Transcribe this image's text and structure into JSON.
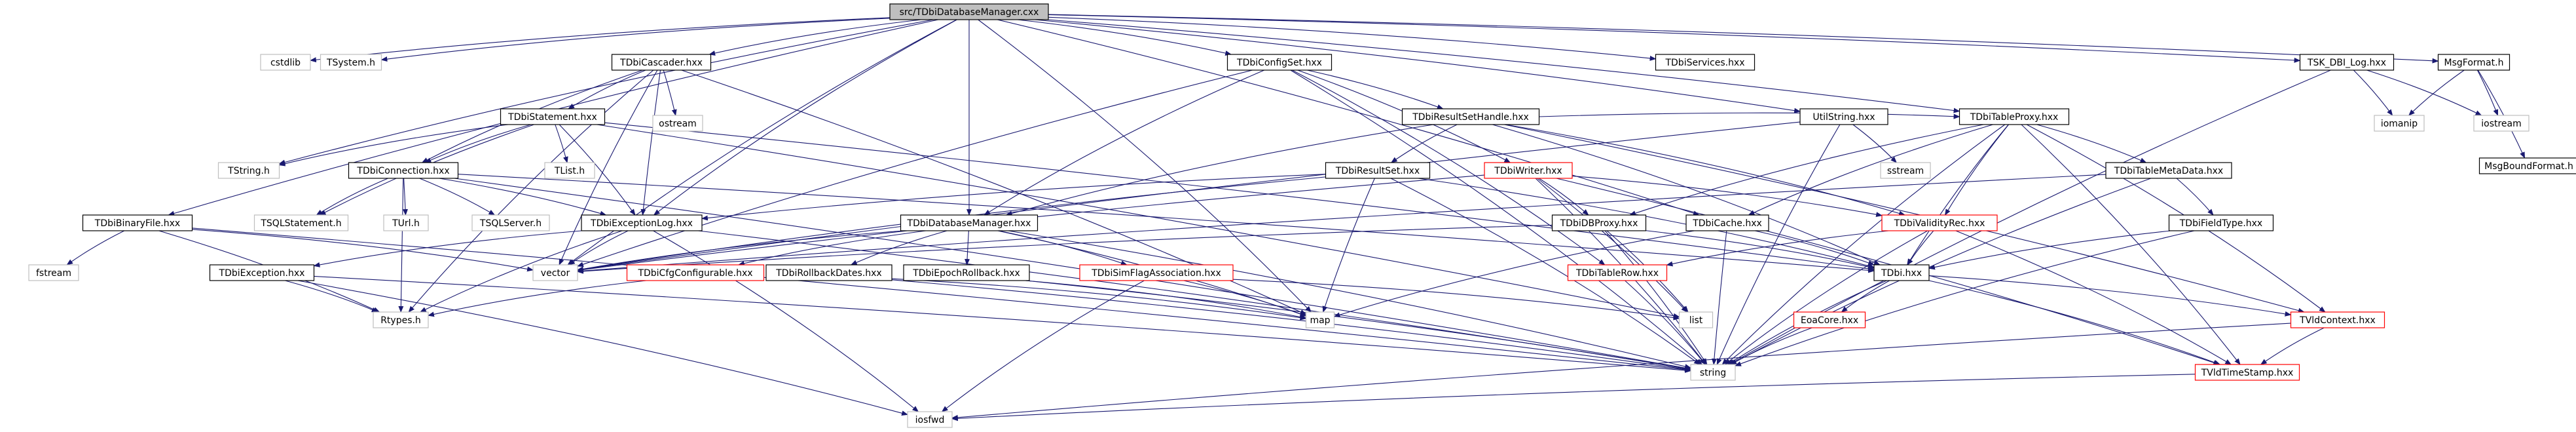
{
  "diagram": {
    "kind": "include dependency graph",
    "colors": {
      "edge": "#191970",
      "box_default": "#000000",
      "box_external": "#bfbfbf",
      "box_red": "#ff0000",
      "root_fill": "#bfbfbf",
      "text": "#000000"
    },
    "nodes": [
      {
        "id": "root",
        "label": "src/TDbiDatabaseManager.cxx",
        "style": "root"
      },
      {
        "id": "cstdlib",
        "label": "cstdlib",
        "style": "external"
      },
      {
        "id": "tsystem",
        "label": "TSystem.h",
        "style": "external"
      },
      {
        "id": "cascader",
        "label": "TDbiCascader.hxx",
        "style": "default"
      },
      {
        "id": "configset",
        "label": "TDbiConfigSet.hxx",
        "style": "default"
      },
      {
        "id": "services",
        "label": "TDbiServices.hxx",
        "style": "default"
      },
      {
        "id": "tskdbilog",
        "label": "TSK_DBI_Log.hxx",
        "style": "default"
      },
      {
        "id": "msgformat",
        "label": "MsgFormat.h",
        "style": "default"
      },
      {
        "id": "iomanip",
        "label": "iomanip",
        "style": "external"
      },
      {
        "id": "iostream",
        "label": "iostream",
        "style": "external"
      },
      {
        "id": "msgboundformat",
        "label": "MsgBoundFormat.h",
        "style": "default"
      },
      {
        "id": "statement",
        "label": "TDbiStatement.hxx",
        "style": "default"
      },
      {
        "id": "ostream",
        "label": "ostream",
        "style": "external"
      },
      {
        "id": "resultsethandle",
        "label": "TDbiResultSetHandle.hxx",
        "style": "default"
      },
      {
        "id": "utilstring",
        "label": "UtilString.hxx",
        "style": "default"
      },
      {
        "id": "tableproxy",
        "label": "TDbiTableProxy.hxx",
        "style": "default"
      },
      {
        "id": "tstring",
        "label": "TString.h",
        "style": "external"
      },
      {
        "id": "tlist",
        "label": "TList.h",
        "style": "external"
      },
      {
        "id": "connection",
        "label": "TDbiConnection.hxx",
        "style": "default"
      },
      {
        "id": "resultset",
        "label": "TDbiResultSet.hxx",
        "style": "default"
      },
      {
        "id": "writer",
        "label": "TDbiWriter.hxx",
        "style": "red"
      },
      {
        "id": "sstream",
        "label": "sstream",
        "style": "external"
      },
      {
        "id": "tablemetadata",
        "label": "TDbiTableMetaData.hxx",
        "style": "default"
      },
      {
        "id": "binaryfile",
        "label": "TDbiBinaryFile.hxx",
        "style": "default"
      },
      {
        "id": "tsqlstatement",
        "label": "TSQLStatement.h",
        "style": "external"
      },
      {
        "id": "turl",
        "label": "TUrl.h",
        "style": "external"
      },
      {
        "id": "tsqlserver",
        "label": "TSQLServer.h",
        "style": "external"
      },
      {
        "id": "exceptionlog",
        "label": "TDbiExceptionLog.hxx",
        "style": "default"
      },
      {
        "id": "dbmanager",
        "label": "TDbiDatabaseManager.hxx",
        "style": "default"
      },
      {
        "id": "dbiproxy",
        "label": "TDbiDBProxy.hxx",
        "style": "default"
      },
      {
        "id": "cache",
        "label": "TDbiCache.hxx",
        "style": "default"
      },
      {
        "id": "validityrec",
        "label": "TDbiValidityRec.hxx",
        "style": "red"
      },
      {
        "id": "fieldtype",
        "label": "TDbiFieldType.hxx",
        "style": "default"
      },
      {
        "id": "fstream",
        "label": "fstream",
        "style": "external"
      },
      {
        "id": "exception",
        "label": "TDbiException.hxx",
        "style": "default"
      },
      {
        "id": "vector",
        "label": "vector",
        "style": "external"
      },
      {
        "id": "cfgconfigurable",
        "label": "TDbiCfgConfigurable.hxx",
        "style": "red"
      },
      {
        "id": "rollbackdates",
        "label": "TDbiRollbackDates.hxx",
        "style": "default"
      },
      {
        "id": "epochrollback",
        "label": "TDbiEpochRollback.hxx",
        "style": "default"
      },
      {
        "id": "simflag",
        "label": "TDbiSimFlagAssociation.hxx",
        "style": "red"
      },
      {
        "id": "tablerow",
        "label": "TDbiTableRow.hxx",
        "style": "red"
      },
      {
        "id": "dbi",
        "label": "TDbi.hxx",
        "style": "default"
      },
      {
        "id": "rtypes",
        "label": "Rtypes.h",
        "style": "external"
      },
      {
        "id": "map",
        "label": "map",
        "style": "external"
      },
      {
        "id": "list",
        "label": "list",
        "style": "external"
      },
      {
        "id": "eoacore",
        "label": "EoaCore.hxx",
        "style": "red"
      },
      {
        "id": "vldcontext",
        "label": "TVldContext.hxx",
        "style": "red"
      },
      {
        "id": "string",
        "label": "string",
        "style": "external"
      },
      {
        "id": "vldtimestamp",
        "label": "TVldTimeStamp.hxx",
        "style": "red"
      },
      {
        "id": "iosfwd",
        "label": "iosfwd",
        "style": "external"
      }
    ],
    "edges": [
      [
        "root",
        "cstdlib"
      ],
      [
        "root",
        "tsystem"
      ],
      [
        "root",
        "cascader"
      ],
      [
        "root",
        "configset"
      ],
      [
        "root",
        "services"
      ],
      [
        "root",
        "tskdbilog"
      ],
      [
        "root",
        "msgformat"
      ],
      [
        "root",
        "tstring"
      ],
      [
        "root",
        "binaryfile"
      ],
      [
        "root",
        "exceptionlog"
      ],
      [
        "root",
        "dbmanager"
      ],
      [
        "root",
        "cache"
      ],
      [
        "root",
        "utilstring"
      ],
      [
        "root",
        "tableproxy"
      ],
      [
        "root",
        "vector"
      ],
      [
        "root",
        "map"
      ],
      [
        "cascader",
        "statement"
      ],
      [
        "cascader",
        "ostream"
      ],
      [
        "cascader",
        "connection"
      ],
      [
        "cascader",
        "vector"
      ],
      [
        "cascader",
        "rtypes"
      ],
      [
        "cascader",
        "map"
      ],
      [
        "cascader",
        "exceptionlog"
      ],
      [
        "statement",
        "tstring"
      ],
      [
        "statement",
        "tlist"
      ],
      [
        "statement",
        "connection"
      ],
      [
        "statement",
        "tsqlstatement"
      ],
      [
        "statement",
        "exceptionlog"
      ],
      [
        "statement",
        "dbi"
      ],
      [
        "statement",
        "list"
      ],
      [
        "connection",
        "tsqlstatement"
      ],
      [
        "connection",
        "turl"
      ],
      [
        "connection",
        "tsqlserver"
      ],
      [
        "connection",
        "exceptionlog"
      ],
      [
        "connection",
        "rtypes"
      ],
      [
        "connection",
        "string"
      ],
      [
        "connection",
        "dbi"
      ],
      [
        "exceptionlog",
        "exception"
      ],
      [
        "exceptionlog",
        "vector"
      ],
      [
        "exceptionlog",
        "rtypes"
      ],
      [
        "exceptionlog",
        "string"
      ],
      [
        "exceptionlog",
        "iosfwd"
      ],
      [
        "exception",
        "rtypes"
      ],
      [
        "exception",
        "string"
      ],
      [
        "exception",
        "iosfwd"
      ],
      [
        "configset",
        "resultsethandle"
      ],
      [
        "configset",
        "writer"
      ],
      [
        "configset",
        "tablerow"
      ],
      [
        "configset",
        "vector"
      ],
      [
        "configset",
        "string"
      ],
      [
        "configset",
        "dbmanager"
      ],
      [
        "resultsethandle",
        "resultset"
      ],
      [
        "resultsethandle",
        "dbmanager"
      ],
      [
        "resultsethandle",
        "validityrec"
      ],
      [
        "resultsethandle",
        "tableproxy"
      ],
      [
        "resultsethandle",
        "dbi"
      ],
      [
        "resultsethandle",
        "vldcontext"
      ],
      [
        "resultset",
        "exceptionlog"
      ],
      [
        "resultset",
        "vector"
      ],
      [
        "resultset",
        "map"
      ],
      [
        "resultset",
        "string"
      ],
      [
        "resultset",
        "dbi"
      ],
      [
        "writer",
        "dbiproxy"
      ],
      [
        "writer",
        "validityrec"
      ],
      [
        "writer",
        "vldtimestamp"
      ],
      [
        "writer",
        "list"
      ],
      [
        "writer",
        "string"
      ],
      [
        "writer",
        "vector"
      ],
      [
        "utilstring",
        "sstream"
      ],
      [
        "utilstring",
        "string"
      ],
      [
        "utilstring",
        "vector"
      ],
      [
        "tableproxy",
        "tablemetadata"
      ],
      [
        "tableproxy",
        "dbiproxy"
      ],
      [
        "tableproxy",
        "cache"
      ],
      [
        "tableproxy",
        "validityrec"
      ],
      [
        "tableproxy",
        "dbi"
      ],
      [
        "tableproxy",
        "vldcontext"
      ],
      [
        "tableproxy",
        "string"
      ],
      [
        "tableproxy",
        "vldtimestamp"
      ],
      [
        "tablemetadata",
        "fieldtype"
      ],
      [
        "tablemetadata",
        "string"
      ],
      [
        "tablemetadata",
        "vector"
      ],
      [
        "fieldtype",
        "dbi"
      ],
      [
        "fieldtype",
        "string"
      ],
      [
        "dbmanager",
        "cfgconfigurable"
      ],
      [
        "dbmanager",
        "rollbackdates"
      ],
      [
        "dbmanager",
        "epochrollback"
      ],
      [
        "dbmanager",
        "simflag"
      ],
      [
        "dbmanager",
        "map"
      ],
      [
        "dbmanager",
        "string"
      ],
      [
        "dbmanager",
        "vector"
      ],
      [
        "cfgconfigurable",
        "rtypes"
      ],
      [
        "rollbackdates",
        "map"
      ],
      [
        "rollbackdates",
        "string"
      ],
      [
        "epochrollback",
        "map"
      ],
      [
        "epochrollback",
        "string"
      ],
      [
        "simflag",
        "map"
      ],
      [
        "simflag",
        "list"
      ],
      [
        "simflag",
        "iosfwd"
      ],
      [
        "dbiproxy",
        "dbi"
      ],
      [
        "dbiproxy",
        "string"
      ],
      [
        "dbiproxy",
        "list"
      ],
      [
        "dbiproxy",
        "vector"
      ],
      [
        "cache",
        "dbi"
      ],
      [
        "cache",
        "string"
      ],
      [
        "cache",
        "map"
      ],
      [
        "validityrec",
        "tablerow"
      ],
      [
        "validityrec",
        "dbi"
      ],
      [
        "validityrec",
        "string"
      ],
      [
        "validityrec",
        "vldtimestamp"
      ],
      [
        "tablerow",
        "string"
      ],
      [
        "dbi",
        "eoacore"
      ],
      [
        "dbi",
        "vldcontext"
      ],
      [
        "dbi",
        "string"
      ],
      [
        "dbi",
        "vldtimestamp"
      ],
      [
        "eoacore",
        "string"
      ],
      [
        "vldcontext",
        "vldtimestamp"
      ],
      [
        "vldcontext",
        "iosfwd"
      ],
      [
        "vldtimestamp",
        "iosfwd"
      ],
      [
        "binaryfile",
        "fstream"
      ],
      [
        "binaryfile",
        "vector"
      ],
      [
        "binaryfile",
        "string"
      ],
      [
        "binaryfile",
        "rtypes"
      ],
      [
        "tskdbilog",
        "iostream"
      ],
      [
        "tskdbilog",
        "iomanip"
      ],
      [
        "tskdbilog",
        "string"
      ],
      [
        "msgformat",
        "iomanip"
      ],
      [
        "msgformat",
        "iostream"
      ],
      [
        "msgformat",
        "msgboundformat"
      ]
    ]
  }
}
